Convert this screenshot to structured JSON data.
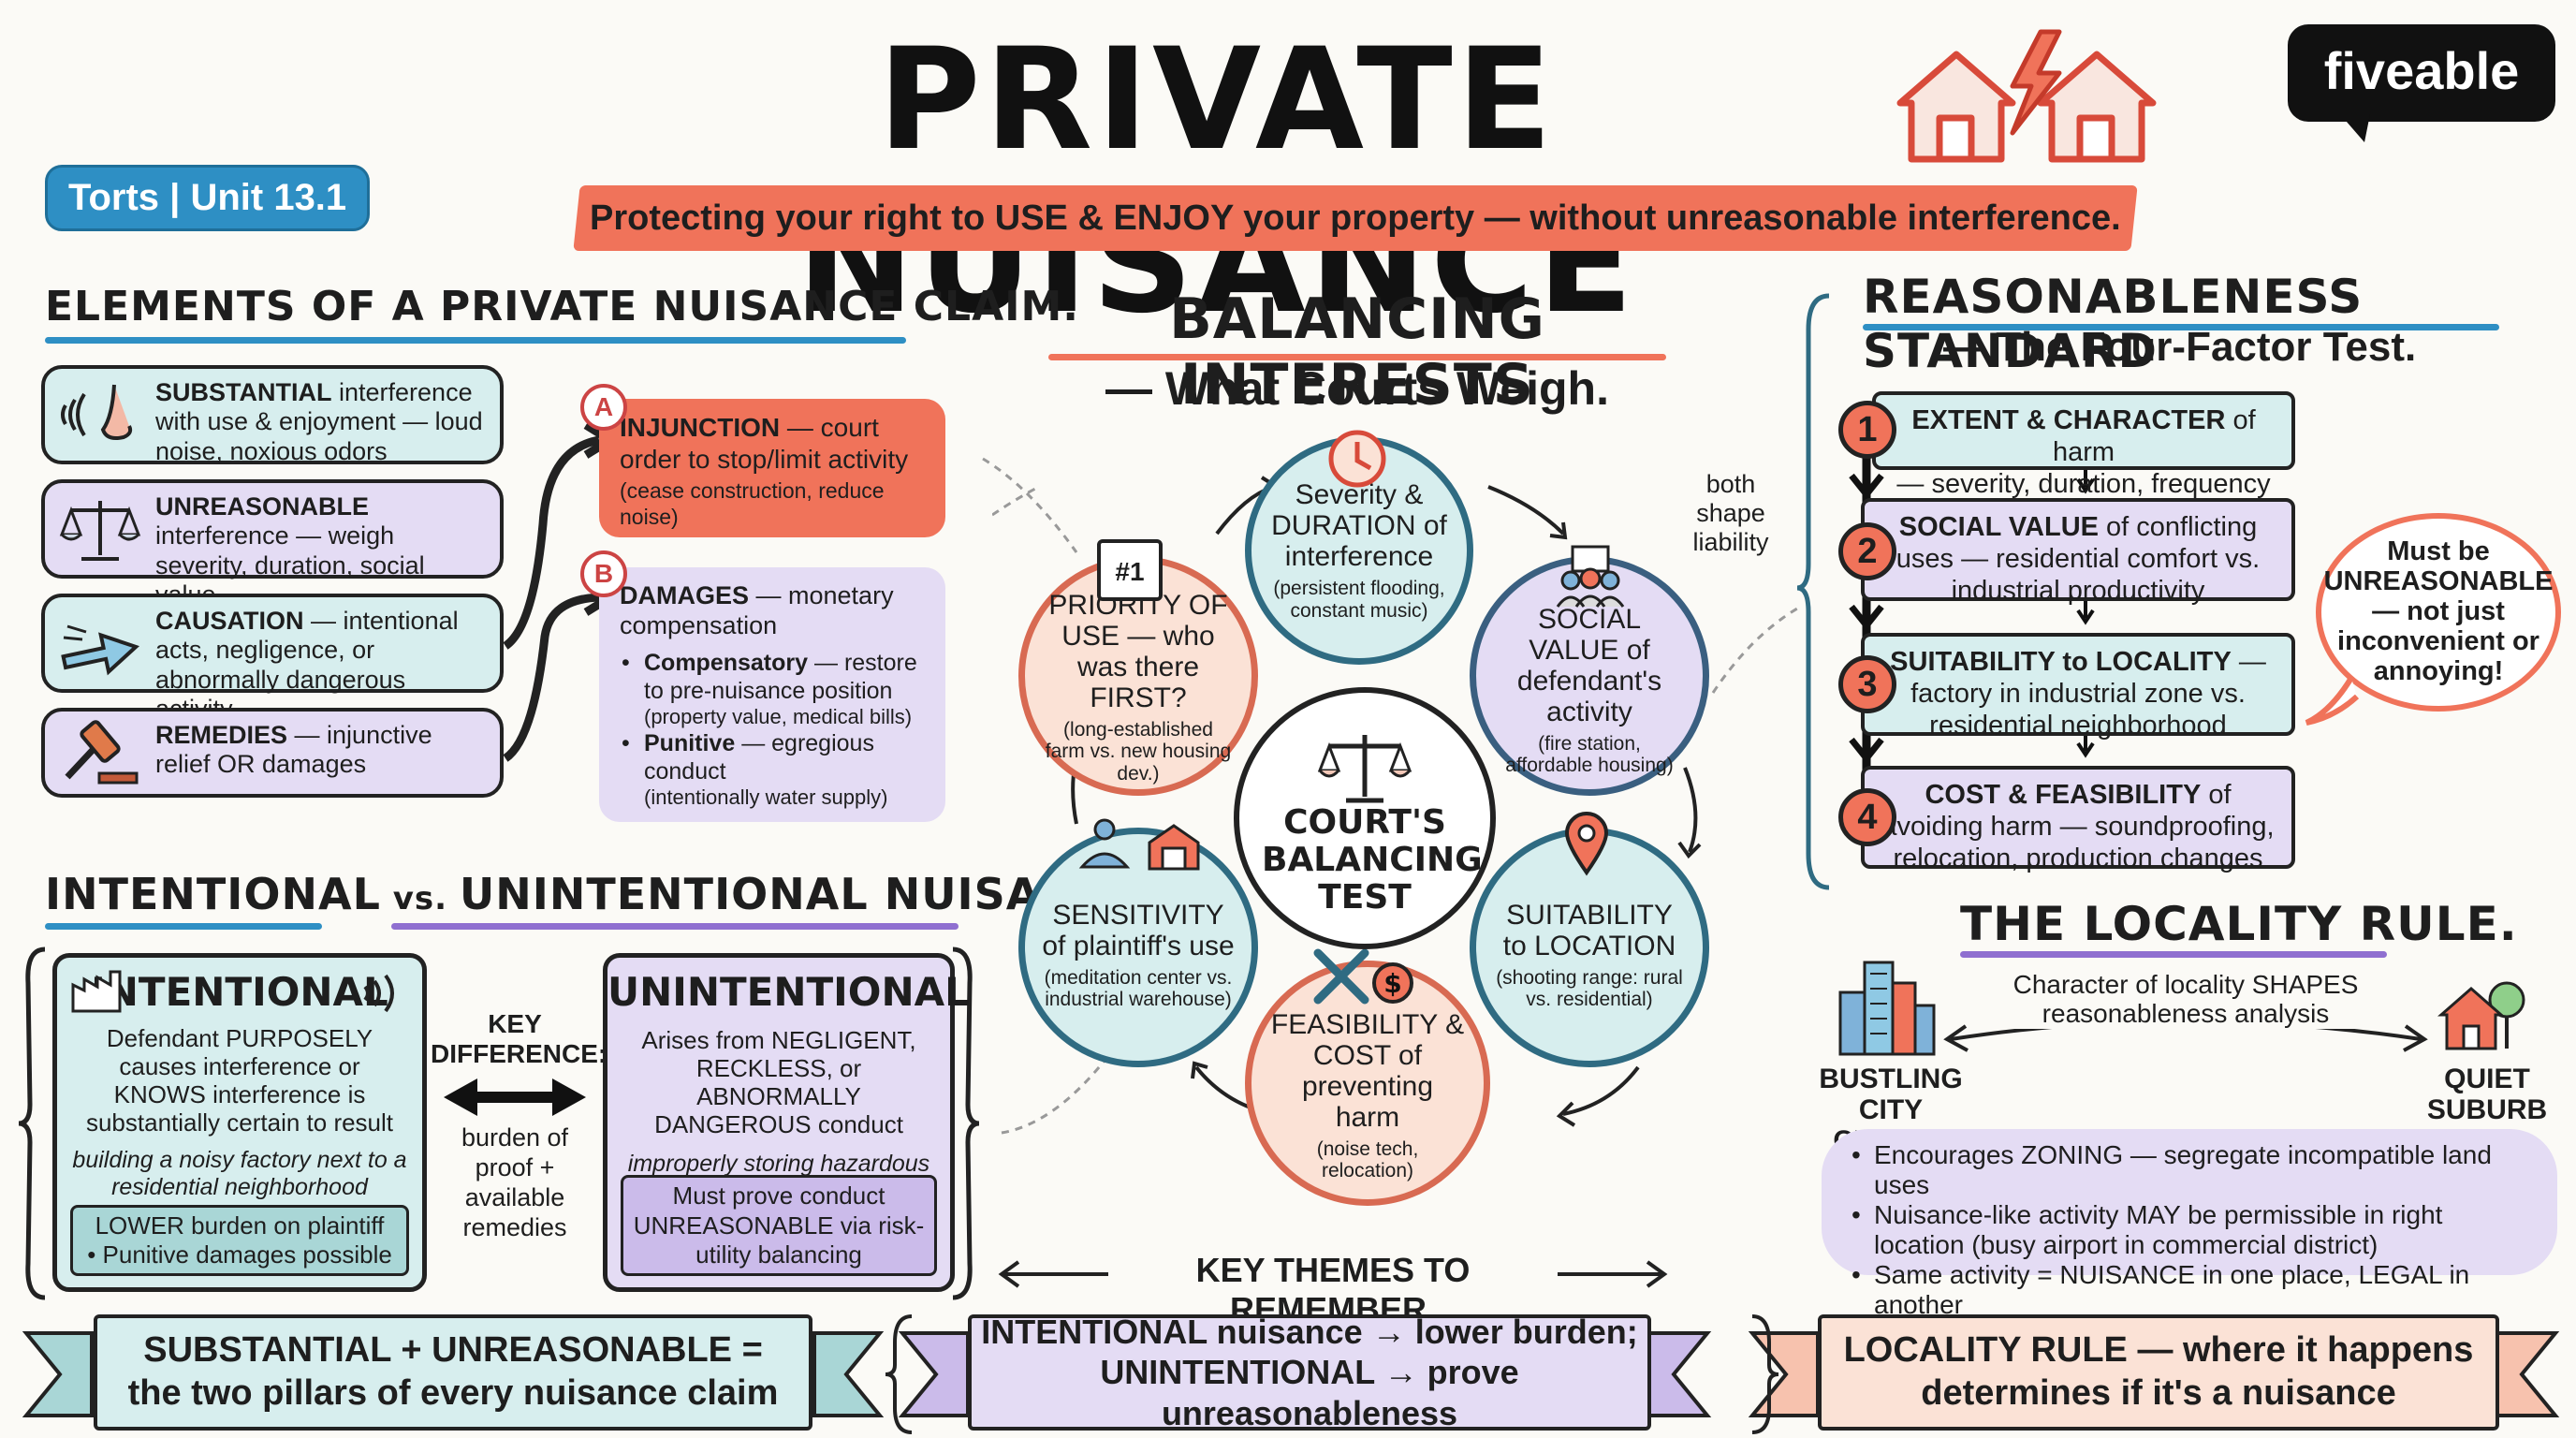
{
  "header": {
    "title": "PRIVATE NUISANCE",
    "badge": "Torts | Unit 13.1",
    "brand": "fiveable",
    "subtitle": "Protecting your right to USE & ENJOY your property — without unreasonable interference."
  },
  "elements": {
    "heading": "ELEMENTS OF A PRIVATE NUISANCE CLAIM.",
    "items": [
      {
        "bold": "SUBSTANTIAL",
        "rest": " interference with use & enjoyment — loud noise, noxious odors",
        "icon": "sound-nose-icon"
      },
      {
        "bold": "UNREASONABLE",
        "rest": " interference — weigh severity, duration, social value",
        "icon": "scales-icon"
      },
      {
        "bold": "CAUSATION",
        "rest": " — intentional acts, negligence, or abnormally dangerous activity",
        "icon": "arrow-icon"
      },
      {
        "bold": "REMEDIES",
        "rest": " — injunctive relief OR damages",
        "icon": "gavel-icon"
      }
    ]
  },
  "remedies": {
    "a": {
      "letter": "A",
      "title": "INJUNCTION",
      "text": " — court order to stop/limit activity",
      "note": "(cease construction, reduce noise)"
    },
    "b": {
      "letter": "B",
      "title": "DAMAGES",
      "text": " — monetary compensation",
      "bullets": [
        {
          "bold": "Compensatory",
          "text": " — restore to pre-nuisance position",
          "note": "(property value, medical bills)"
        },
        {
          "bold": "Punitive",
          "text": " — egregious conduct",
          "note": "(intentionally water supply)"
        }
      ]
    }
  },
  "intent": {
    "heading_a": "INTENTIONAL",
    "heading_vs": " vs. ",
    "heading_b": "UNINTENTIONAL NUISANCE.",
    "intentional": {
      "title": "INTENTIONAL",
      "text": "Defendant PURPOSELY causes interference or KNOWS interference is substantially certain to result",
      "example": "building a noisy factory next to a residential neighborhood",
      "box_line1": "LOWER burden on plaintiff",
      "box_line2": "• Punitive damages possible"
    },
    "key": {
      "title": "KEY DIFFERENCE:",
      "text": "burden of proof + available remedies"
    },
    "unintentional": {
      "title": "UNINTENTIONAL",
      "text": "Arises from NEGLIGENT, RECKLESS, or ABNORMALLY DANGEROUS conduct",
      "example": "improperly storing hazardous chemicals",
      "box": "Must prove conduct UNREASONABLE via risk-utility balancing"
    }
  },
  "balancing": {
    "heading": "BALANCING INTERESTS",
    "subheading": "— What Courts Weigh.",
    "center": "COURT'S BALANCING TEST",
    "side_note": "both shape liability",
    "calendar_label": "#1",
    "circles": [
      {
        "title": "Severity & DURATION of interference",
        "note": "(persistent flooding, constant music)"
      },
      {
        "title": "SOCIAL VALUE of defendant's activity",
        "note": "(fire station, affordable housing)"
      },
      {
        "title": "SUITABILITY to LOCATION",
        "note": "(shooting range: rural vs. residential)"
      },
      {
        "title": "FEASIBILITY & COST of preventing harm",
        "note": "(noise tech, relocation)"
      },
      {
        "title": "SENSITIVITY of plaintiff's use",
        "note": "(meditation center vs. industrial warehouse)"
      },
      {
        "title": "PRIORITY OF USE — who was there FIRST?",
        "note": "(long-established farm vs. new housing dev.)"
      }
    ]
  },
  "reasonableness": {
    "heading": "REASONABLENESS STANDARD",
    "subheading": "— The Four-Factor Test.",
    "factors": [
      {
        "num": "1",
        "bold": "EXTENT & CHARACTER",
        "rest": " of harm",
        "line2": "— severity, duration, frequency"
      },
      {
        "num": "2",
        "bold": "SOCIAL VALUE",
        "rest": " of conflicting",
        "line2": "uses — residential comfort vs. industrial productivity"
      },
      {
        "num": "3",
        "bold": "SUITABILITY to LOCALITY",
        "rest": " —",
        "line2": "factory in industrial zone vs. residential neighborhood"
      },
      {
        "num": "4",
        "bold": "COST & FEASIBILITY",
        "rest": " of",
        "line2": "avoiding harm — soundproofing, relocation, production changes"
      }
    ],
    "bubble": "Must be UNREASONABLE — not just inconvenient or annoying!"
  },
  "locality": {
    "heading": "THE LOCALITY RULE.",
    "arrow_text": "Character of locality SHAPES reasonableness analysis",
    "left_label": "BUSTLING CITY CENTER",
    "right_label": "QUIET SUBURB",
    "bullets": [
      "Encourages ZONING — segregate incompatible land uses",
      "Nuisance-like activity MAY be permissible in right location (busy airport in commercial district)",
      "Same activity = NUISANCE in one place, LEGAL in another"
    ]
  },
  "themes": {
    "label": "KEY THEMES TO REMEMBER.",
    "banners": [
      {
        "line1": "SUBSTANTIAL + UNREASONABLE =",
        "line2": "the two pillars of every nuisance claim",
        "color": "#d7eeee"
      },
      {
        "line1": "INTENTIONAL nuisance → lower burden;",
        "line2": "UNINTENTIONAL → prove unreasonableness",
        "color": "#e4dcf4"
      },
      {
        "line1": "LOCALITY RULE — where it happens",
        "line2": "determines if it's a nuisance",
        "color": "#fbe2d6"
      }
    ]
  },
  "colors": {
    "teal": "#d7eeee",
    "lavender": "#e4dcf4",
    "coral": "#f0735a",
    "peach": "#fbe2d6",
    "blue": "#2e8fc4"
  }
}
